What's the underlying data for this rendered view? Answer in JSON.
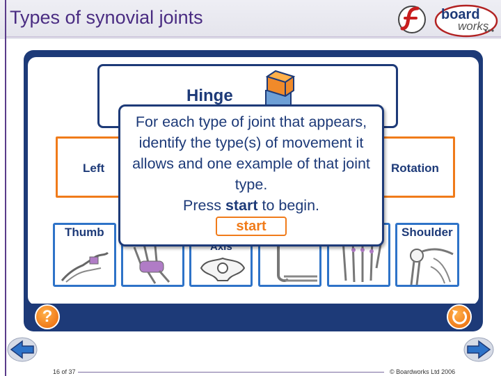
{
  "header": {
    "title": "Types of synovial joints",
    "logo_word_top": "board",
    "logo_word_bottom": "works"
  },
  "activity": {
    "joint_type": "Hinge",
    "movements": {
      "left": "Left",
      "right": "Rotation"
    },
    "examples": [
      {
        "label": "Thumb"
      },
      {
        "label": ""
      },
      {
        "label": "Axis"
      },
      {
        "label": ""
      },
      {
        "label": ""
      },
      {
        "label": "Shoulder"
      }
    ]
  },
  "instructions": {
    "line_1": "For each type of joint that appears, identify the type(s) of movement it allows and one example of that joint type.",
    "press": "Press",
    "start_word": "start",
    "to_begin": "to begin.",
    "start_button": "start"
  },
  "controls": {
    "help_symbol": "?"
  },
  "footer": {
    "slide_counter": "16 of 37",
    "copyright": "© Boardworks Ltd 2006"
  },
  "colors": {
    "navy": "#1d3a78",
    "orange": "#f07b1a",
    "blue_tile": "#2e73c8",
    "title_purple": "#4a2c82"
  }
}
